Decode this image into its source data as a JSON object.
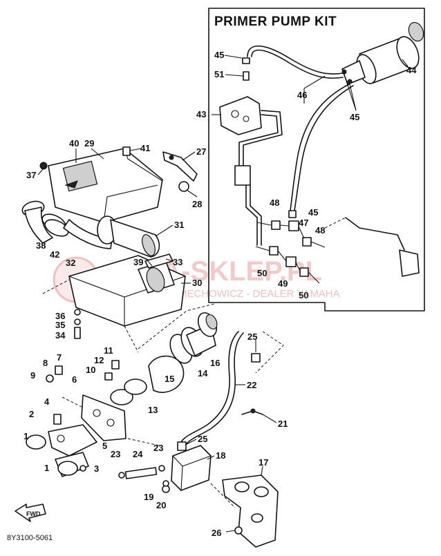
{
  "kit_title": "PRIMER PUMP KIT",
  "diagram_code": "8Y3100-5061",
  "fwd_label": "FWD",
  "watermark": {
    "main": "MA-SKLEP.PL",
    "sub": "MECHOWICZ - DEALER YAMAHA"
  },
  "callouts": [
    {
      "id": "c1a",
      "text": "1"
    },
    {
      "id": "c1b",
      "text": "1"
    },
    {
      "id": "c2",
      "text": "2"
    },
    {
      "id": "c3",
      "text": "3"
    },
    {
      "id": "c4",
      "text": "4"
    },
    {
      "id": "c5",
      "text": "5"
    },
    {
      "id": "c6",
      "text": "6"
    },
    {
      "id": "c7",
      "text": "7"
    },
    {
      "id": "c8",
      "text": "8"
    },
    {
      "id": "c9",
      "text": "9"
    },
    {
      "id": "c10",
      "text": "10"
    },
    {
      "id": "c11",
      "text": "11"
    },
    {
      "id": "c12",
      "text": "12"
    },
    {
      "id": "c13",
      "text": "13"
    },
    {
      "id": "c14",
      "text": "14"
    },
    {
      "id": "c15",
      "text": "15"
    },
    {
      "id": "c16",
      "text": "16"
    },
    {
      "id": "c17",
      "text": "17"
    },
    {
      "id": "c18",
      "text": "18"
    },
    {
      "id": "c19",
      "text": "19"
    },
    {
      "id": "c20",
      "text": "20"
    },
    {
      "id": "c21",
      "text": "21"
    },
    {
      "id": "c22",
      "text": "22"
    },
    {
      "id": "c23a",
      "text": "23"
    },
    {
      "id": "c23b",
      "text": "23"
    },
    {
      "id": "c24",
      "text": "24"
    },
    {
      "id": "c25a",
      "text": "25"
    },
    {
      "id": "c25b",
      "text": "25"
    },
    {
      "id": "c26",
      "text": "26"
    },
    {
      "id": "c27",
      "text": "27"
    },
    {
      "id": "c28",
      "text": "28"
    },
    {
      "id": "c29",
      "text": "29"
    },
    {
      "id": "c30",
      "text": "30"
    },
    {
      "id": "c31",
      "text": "31"
    },
    {
      "id": "c32",
      "text": "32"
    },
    {
      "id": "c33",
      "text": "33"
    },
    {
      "id": "c34",
      "text": "34"
    },
    {
      "id": "c35",
      "text": "35"
    },
    {
      "id": "c36",
      "text": "36"
    },
    {
      "id": "c37",
      "text": "37"
    },
    {
      "id": "c38",
      "text": "38"
    },
    {
      "id": "c39",
      "text": "39"
    },
    {
      "id": "c40",
      "text": "40"
    },
    {
      "id": "c41",
      "text": "41"
    },
    {
      "id": "c42",
      "text": "42"
    },
    {
      "id": "c43",
      "text": "43"
    },
    {
      "id": "c44",
      "text": "44"
    },
    {
      "id": "c45a",
      "text": "45"
    },
    {
      "id": "c45b",
      "text": "45"
    },
    {
      "id": "c45c",
      "text": "45"
    },
    {
      "id": "c46",
      "text": "46"
    },
    {
      "id": "c47",
      "text": "47"
    },
    {
      "id": "c48a",
      "text": "48"
    },
    {
      "id": "c48b",
      "text": "48"
    },
    {
      "id": "c49",
      "text": "49"
    },
    {
      "id": "c50a",
      "text": "50"
    },
    {
      "id": "c50b",
      "text": "50"
    },
    {
      "id": "c51",
      "text": "51"
    }
  ]
}
